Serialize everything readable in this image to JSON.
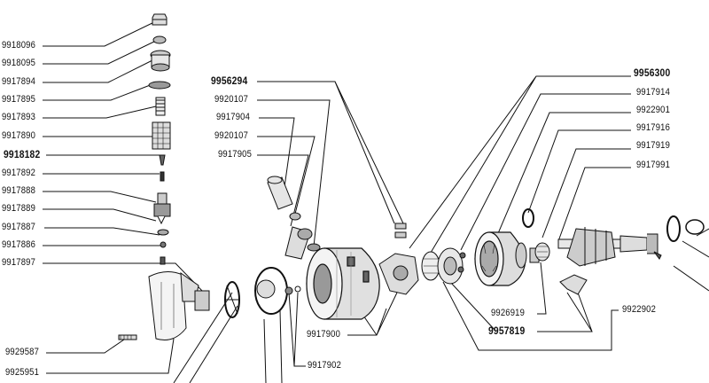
{
  "diagram": {
    "labels": {
      "l9918096": "9918096",
      "l9918095": "9918095",
      "l9917894": "9917894",
      "l9917895": "9917895",
      "l9917893": "9917893",
      "l9917890": "9917890",
      "l9918182": "9918182",
      "l9917892": "9917892",
      "l9917888": "9917888",
      "l9917889": "9917889",
      "l9917887": "9917887",
      "l9917886": "9917886",
      "l9917897": "9917897",
      "l9929587": "9929587",
      "l9925951": "9925951",
      "l9956294": "9956294",
      "l9920107a": "9920107",
      "l9917904": "9917904",
      "l9920107b": "9920107",
      "l9917905": "9917905",
      "l9917900": "9917900",
      "l9917902": "9917902",
      "l9956300": "9956300",
      "l9917914": "9917914",
      "l9922901": "9922901",
      "l9917916": "9917916",
      "l9917919": "9917919",
      "l9917991": "9917991",
      "l9926919": "9926919",
      "l9957819": "9957819",
      "l9922902": "9922902"
    }
  }
}
